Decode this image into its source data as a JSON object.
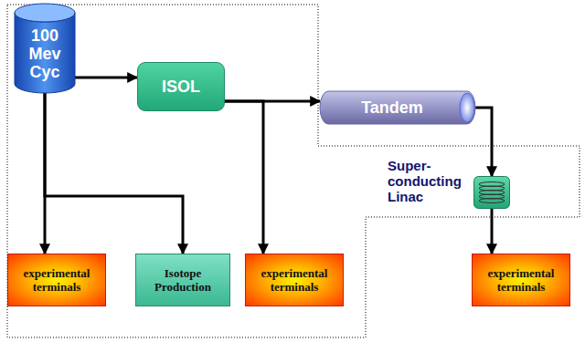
{
  "diagram": {
    "nodes": [
      {
        "text": [
          "100 Mev Cyc"
        ]
      },
      {
        "text": [
          "ISOL"
        ]
      },
      {
        "text": [
          "Tandem"
        ]
      },
      {
        "text": [
          "Super- conducting Linac"
        ]
      },
      {
        "text": [
          "experimental terminals"
        ]
      },
      {
        "text": [
          "Isotope Production"
        ]
      },
      {
        "text": [
          "experimental terminals"
        ]
      },
      {
        "text": [
          "experimental terminals"
        ]
      }
    ],
    "edges": [
      {
        "from": 0,
        "to": 1,
        "arrow": "to"
      },
      {
        "from": 0,
        "to": 4,
        "arrow": "to"
      },
      {
        "from": 0,
        "to": 5,
        "arrow": "to"
      },
      {
        "from": 1,
        "to": 2,
        "arrow": "to"
      },
      {
        "from": 1,
        "to": 6,
        "arrow": "to"
      },
      {
        "from": 2,
        "to": 3,
        "arrow": "to"
      },
      {
        "from": 3,
        "to": 7,
        "arrow": "to"
      }
    ]
  }
}
